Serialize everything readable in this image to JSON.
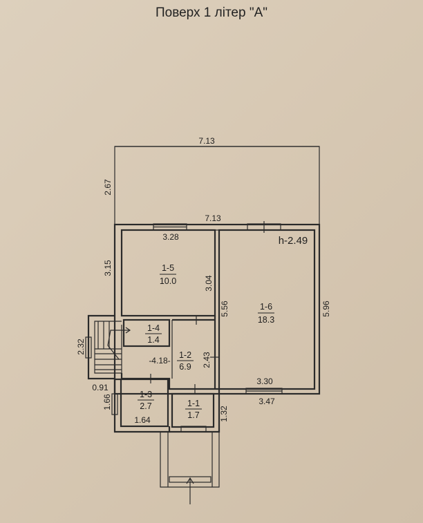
{
  "title": "Поверх 1 літер \"А\"",
  "height_label": "h-2.49",
  "rooms": [
    {
      "id": "1-5",
      "area": "10.0"
    },
    {
      "id": "1-6",
      "area": "18.3"
    },
    {
      "id": "1-4",
      "area": "1.4"
    },
    {
      "id": "1-2",
      "area": "6.9"
    },
    {
      "id": "1-3",
      "area": "2.7"
    },
    {
      "id": "1-1",
      "area": "1.7"
    }
  ],
  "dimensions": {
    "top_width": "7.13",
    "terrace_depth": "2.67",
    "inner_width": "7.13",
    "room15_width": "3.28",
    "room15_height": "3.04",
    "left_height": "3.15",
    "room16_inner_height": "5.56",
    "right_height": "5.96",
    "stair_width": "2.32",
    "hall_length": "-4.18-",
    "hall_width": "2.43",
    "room16_width": "3.30",
    "room16_outer_width": "3.47",
    "left_offset": "0.91",
    "room13_height": "1.66",
    "room13_width": "1.64",
    "room11_depth": "1.32"
  }
}
